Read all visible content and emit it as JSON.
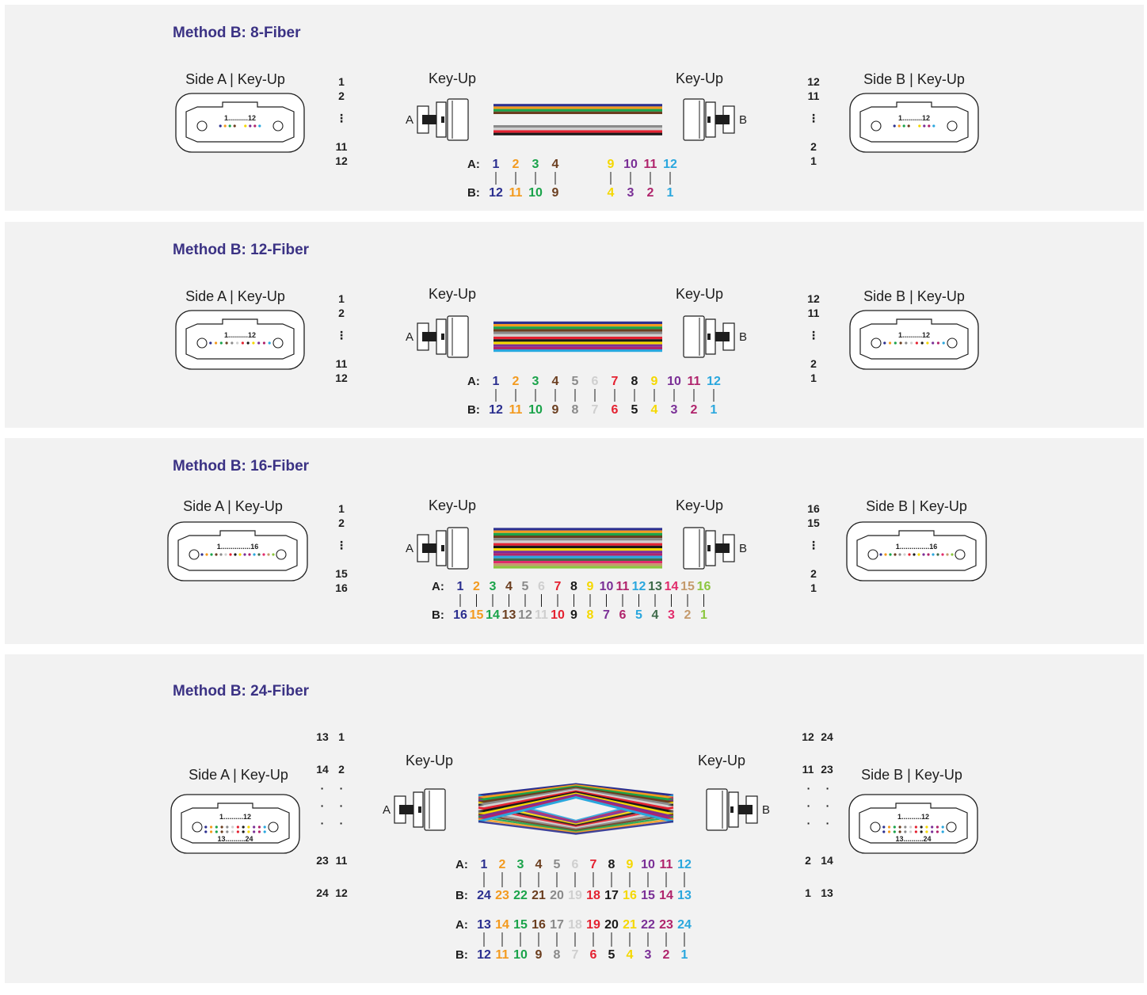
{
  "colors": {
    "title": "#3b3284",
    "panel_bg": "#f2f2f2",
    "fiber": [
      "#2b2f8f",
      "#f39a1e",
      "#1aa34a",
      "#6b3e1f",
      "#8a8a8a",
      "#cfcfcf",
      "#e42231",
      "#1a1a1a",
      "#f5d800",
      "#7a2f96",
      "#b0246c",
      "#2aa7de",
      "#3f6b4a",
      "#e12b6b",
      "#c49a6c",
      "#8cc63f",
      "#2b2f8f",
      "#f39a1e",
      "#1aa34a",
      "#6b3e1f",
      "#8a8a8a",
      "#cfcfcf",
      "#e42231",
      "#1a1a1a"
    ]
  },
  "labels": {
    "side_a": "Side A | Key-Up",
    "side_b": "Side B | Key-Up",
    "key_up": "Key-Up",
    "conn_a": "A",
    "conn_b": "B",
    "row_a": "A:",
    "row_b": "B:",
    "dots": "⋮"
  },
  "sections": [
    {
      "title": "Method B: 8-Fiber",
      "plug": {
        "range": "1..........12"
      },
      "left_list": [
        "1",
        "2",
        "11",
        "12"
      ],
      "right_list": [
        "12",
        "11",
        "2",
        "1"
      ],
      "groups": [
        {
          "a": [
            "1",
            "2",
            "3",
            "4"
          ],
          "b": [
            "12",
            "11",
            "10",
            "9"
          ],
          "a_colors": [
            0,
            1,
            2,
            3
          ],
          "b_colors": [
            0,
            1,
            2,
            3
          ]
        },
        {
          "a": [
            "9",
            "10",
            "11",
            "12"
          ],
          "b": [
            "4",
            "3",
            "2",
            "1"
          ],
          "a_colors": [
            8,
            9,
            10,
            11
          ],
          "b_colors": [
            8,
            9,
            10,
            11
          ]
        }
      ]
    },
    {
      "title": "Method B: 12-Fiber",
      "plug": {
        "range": "1..........12"
      },
      "left_list": [
        "1",
        "2",
        "11",
        "12"
      ],
      "right_list": [
        "12",
        "11",
        "2",
        "1"
      ],
      "groups": [
        {
          "a": [
            "1",
            "2",
            "3",
            "4",
            "5",
            "6",
            "7",
            "8",
            "9",
            "10",
            "11",
            "12"
          ],
          "b": [
            "12",
            "11",
            "10",
            "9",
            "8",
            "7",
            "6",
            "5",
            "4",
            "3",
            "2",
            "1"
          ],
          "a_colors": [
            0,
            1,
            2,
            3,
            4,
            5,
            6,
            7,
            8,
            9,
            10,
            11
          ],
          "b_colors": [
            0,
            1,
            2,
            3,
            4,
            5,
            6,
            7,
            8,
            9,
            10,
            11
          ]
        }
      ]
    },
    {
      "title": "Method B: 16-Fiber",
      "plug": {
        "range": "1...............16"
      },
      "left_list": [
        "1",
        "2",
        "15",
        "16"
      ],
      "right_list": [
        "16",
        "15",
        "2",
        "1"
      ],
      "groups": [
        {
          "a": [
            "1",
            "2",
            "3",
            "4",
            "5",
            "6",
            "7",
            "8",
            "9",
            "10",
            "11",
            "12",
            "13",
            "14",
            "15",
            "16"
          ],
          "b": [
            "16",
            "15",
            "14",
            "13",
            "12",
            "11",
            "10",
            "9",
            "8",
            "7",
            "6",
            "5",
            "4",
            "3",
            "2",
            "1"
          ],
          "a_colors": [
            0,
            1,
            2,
            3,
            4,
            5,
            6,
            7,
            8,
            9,
            10,
            11,
            12,
            13,
            14,
            15
          ],
          "b_colors": [
            0,
            1,
            2,
            3,
            4,
            5,
            6,
            7,
            8,
            9,
            10,
            11,
            12,
            13,
            14,
            15
          ]
        }
      ]
    },
    {
      "title": "Method B: 24-Fiber",
      "plug": {
        "range": "1..........12",
        "range2": "13..........24"
      },
      "left_list": [
        [
          "13",
          "1"
        ],
        [
          "14",
          "2"
        ],
        [
          "23",
          "11"
        ],
        [
          "24",
          "12"
        ]
      ],
      "right_list": [
        [
          "12",
          "24"
        ],
        [
          "11",
          "23"
        ],
        [
          "2",
          "14"
        ],
        [
          "1",
          "13"
        ]
      ],
      "groups": [
        {
          "a": [
            "1",
            "2",
            "3",
            "4",
            "5",
            "6",
            "7",
            "8",
            "9",
            "10",
            "11",
            "12"
          ],
          "b": [
            "24",
            "23",
            "22",
            "21",
            "20",
            "19",
            "18",
            "17",
            "16",
            "15",
            "14",
            "13"
          ],
          "a_colors": [
            0,
            1,
            2,
            3,
            4,
            5,
            6,
            7,
            8,
            9,
            10,
            11
          ],
          "b_colors": [
            0,
            1,
            2,
            3,
            4,
            5,
            6,
            7,
            8,
            9,
            10,
            11
          ]
        },
        {
          "a": [
            "13",
            "14",
            "15",
            "16",
            "17",
            "18",
            "19",
            "20",
            "21",
            "22",
            "23",
            "24"
          ],
          "b": [
            "12",
            "11",
            "10",
            "9",
            "8",
            "7",
            "6",
            "5",
            "4",
            "3",
            "2",
            "1"
          ],
          "a_colors": [
            0,
            1,
            2,
            3,
            4,
            5,
            6,
            7,
            8,
            9,
            10,
            11
          ],
          "b_colors": [
            0,
            1,
            2,
            3,
            4,
            5,
            6,
            7,
            8,
            9,
            10,
            11
          ]
        }
      ]
    }
  ]
}
